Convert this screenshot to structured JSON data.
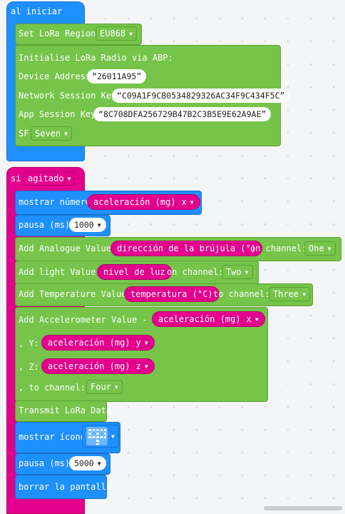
{
  "on_start": {
    "label": "al iniciar",
    "set_region_label": "Set LoRa Region:",
    "region_value": "EU868",
    "init_label": "Initialise LoRa Radio via ABP:",
    "device_address_label": "Device Address",
    "device_address_value": "26011A95",
    "network_key_label": "Network Session Key",
    "network_key_value": "C09A1F9CB0534829326AC34F9C434F5C",
    "app_key_label": "App Session Key",
    "app_key_value": "8C708DFA256729B47B2C3B5E9E62A9AE",
    "sf_label": "SF",
    "sf_value": "Seven"
  },
  "on_gesture": {
    "label": "si",
    "gesture_value": "agitado",
    "show_number_label": "mostrar número",
    "accel_label": "aceleración (mg)",
    "axis_x": "x",
    "axis_y": "y",
    "axis_z": "z",
    "pause_label": "pausa (ms)",
    "pause1_value": "1000",
    "pause2_value": "5000",
    "analogue_label": "Add Analogue Value:",
    "compass_label": "dirección de la brújula (°)",
    "on_channel_label": "on channel:",
    "channel_one": "One",
    "light_label": "Add light Value:",
    "light_level_label": "nivel de luz",
    "channel_two": "Two",
    "temp_label": "Add Temperature Value:",
    "temperature_label": "temperatura (°C)",
    "to_channel_label": "to channel:",
    "channel_three": "Three",
    "accel_value_label": "Add Accelerometer Value - X:",
    "y_label": ", Y:",
    "z_label": ", Z:",
    "to_channel_label2": ",  to channel:",
    "channel_four": "Four",
    "transmit_label": "Transmit LoRa Data",
    "show_icon_label": "mostrar ícono",
    "clear_label": "borrar la pantalla"
  },
  "colors": {
    "loops": "#1e90ff",
    "lora": "#76c44a",
    "input": "#e3008c"
  }
}
